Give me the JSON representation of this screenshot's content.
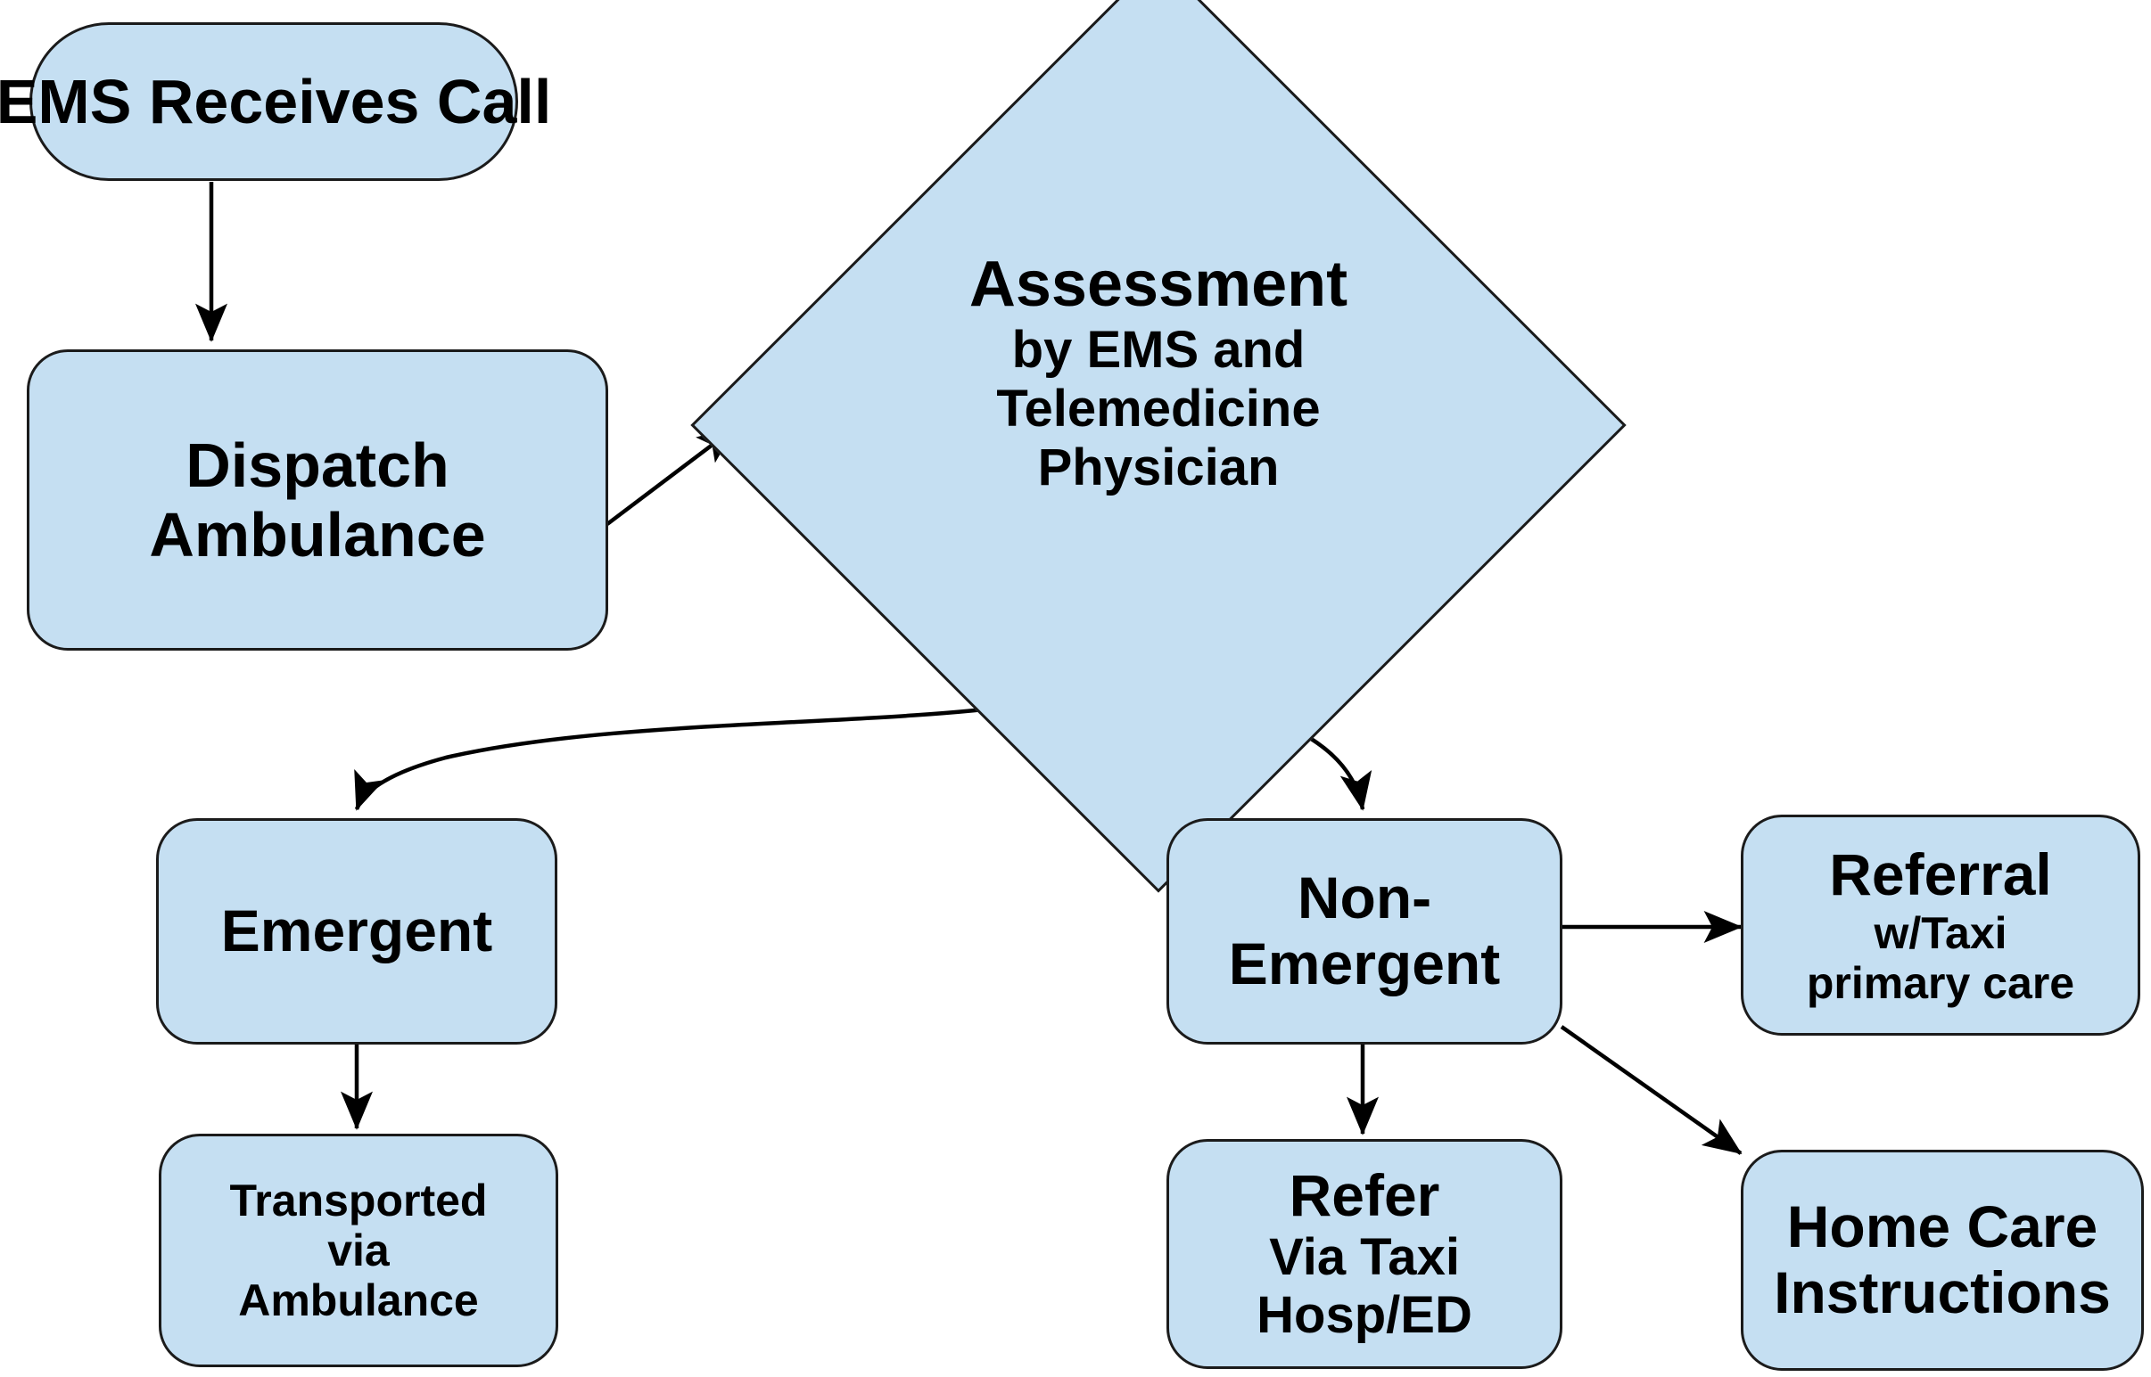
{
  "diagram": {
    "title": "EMS Telemedicine Triage Flowchart",
    "type": "flowchart",
    "colors": {
      "node_fill": "#c5dff2",
      "node_border": "#1b1b1b",
      "text": "#000000",
      "edge": "#000000",
      "background": "#ffffff"
    },
    "nodes": [
      {
        "id": "ems-receives-call",
        "shape": "rounded-pill",
        "lines": [
          "EMS Receives Call"
        ]
      },
      {
        "id": "dispatch-ambulance",
        "shape": "rounded-rectangle",
        "lines": [
          "Dispatch",
          "Ambulance"
        ]
      },
      {
        "id": "assessment",
        "shape": "diamond",
        "heading": "Assessment",
        "lines": [
          "by EMS and",
          "Telemedicine",
          "Physician"
        ]
      },
      {
        "id": "emergent",
        "shape": "rounded-rectangle",
        "lines": [
          "Emergent"
        ]
      },
      {
        "id": "transported-via-ambulance",
        "shape": "rounded-rectangle",
        "lines": [
          "Transported",
          "via",
          "Ambulance"
        ]
      },
      {
        "id": "non-emergent",
        "shape": "rounded-rectangle",
        "lines": [
          "Non-",
          "Emergent"
        ]
      },
      {
        "id": "refer-via-taxi",
        "shape": "rounded-rectangle",
        "lines": [
          "Refer",
          "Via Taxi",
          "Hosp/ED"
        ]
      },
      {
        "id": "referral-primary-care",
        "shape": "rounded-rectangle",
        "lines": [
          "Referral",
          "w/Taxi",
          "primary care"
        ]
      },
      {
        "id": "home-care-instructions",
        "shape": "rounded-rectangle",
        "lines": [
          "Home Care",
          "Instructions"
        ]
      }
    ],
    "edges": [
      {
        "id": "e1",
        "from": "ems-receives-call",
        "to": "dispatch-ambulance",
        "style": "straight-arrow",
        "label": ""
      },
      {
        "id": "e2",
        "from": "dispatch-ambulance",
        "to": "assessment",
        "style": "straight-arrow",
        "label": ""
      },
      {
        "id": "e3",
        "from": "assessment",
        "to": "emergent",
        "style": "curved-arrow",
        "label": ""
      },
      {
        "id": "e4",
        "from": "assessment",
        "to": "non-emergent",
        "style": "curved-arrow",
        "label": ""
      },
      {
        "id": "e5",
        "from": "emergent",
        "to": "transported-via-ambulance",
        "style": "straight-arrow",
        "label": ""
      },
      {
        "id": "e6",
        "from": "non-emergent",
        "to": "refer-via-taxi",
        "style": "straight-arrow",
        "label": ""
      },
      {
        "id": "e7",
        "from": "non-emergent",
        "to": "referral-primary-care",
        "style": "straight-arrow",
        "label": ""
      },
      {
        "id": "e8",
        "from": "non-emergent",
        "to": "home-care-instructions",
        "style": "straight-arrow",
        "label": ""
      }
    ],
    "node_text": {
      "ems_receives_call": "EMS Receives Call",
      "dispatch_l1": "Dispatch",
      "dispatch_l2": "Ambulance",
      "assessment_heading": "Assessment",
      "assessment_l1": "by EMS and",
      "assessment_l2": "Telemedicine",
      "assessment_l3": "Physician",
      "emergent": "Emergent",
      "transported_l1": "Transported",
      "transported_l2": "via",
      "transported_l3": "Ambulance",
      "non_emergent_l1": "Non-",
      "non_emergent_l2": "Emergent",
      "refer_l1": "Refer",
      "refer_l2": "Via Taxi",
      "refer_l3": "Hosp/ED",
      "referral_l1": "Referral",
      "referral_l2": "w/Taxi",
      "referral_l3": "primary care",
      "home_care_l1": "Home Care",
      "home_care_l2": "Instructions"
    }
  }
}
